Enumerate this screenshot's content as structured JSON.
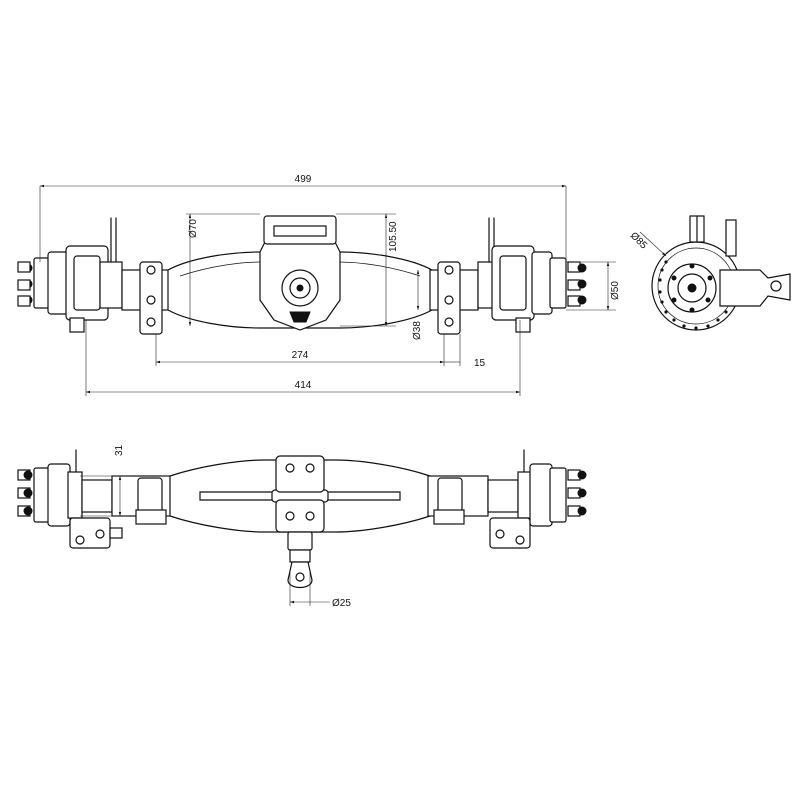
{
  "dimensions": {
    "overall_width": "499",
    "width_414": "414",
    "width_274": "274",
    "offset_15": "15",
    "housing_dia": "Ø70",
    "housing_height": "105.50",
    "tube_dia": "Ø38",
    "hub_dia": "Ø50",
    "disc_dia": "Ø85",
    "bottom_offset": "31",
    "yoke_dia": "Ø25"
  }
}
